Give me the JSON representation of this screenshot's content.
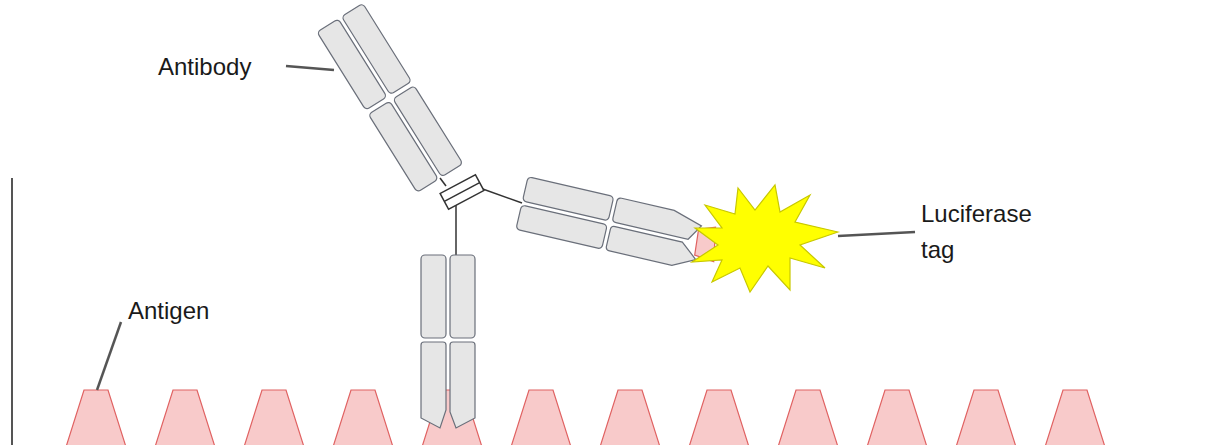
{
  "diagram": {
    "labels": [
      "Antibody",
      "Antigen",
      "Luciferase tag"
    ]
  }
}
